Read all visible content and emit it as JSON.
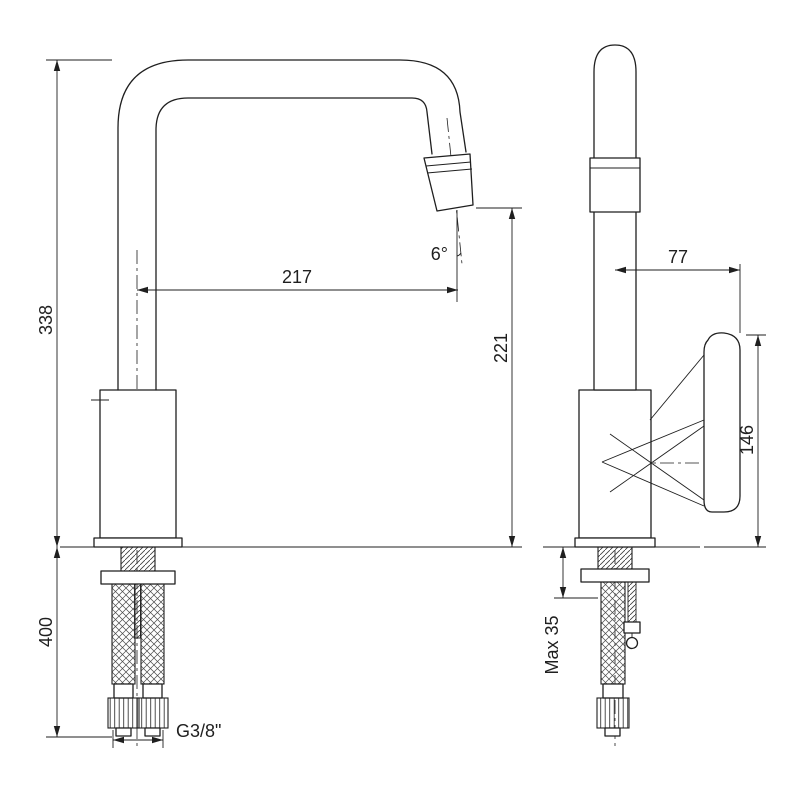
{
  "drawing": {
    "front_view": {
      "dims": {
        "overall_height": "338",
        "hose_length": "400",
        "spout_reach": "217",
        "spout_height": "221",
        "spout_angle": "6°",
        "connection_thread": "G3/8\""
      }
    },
    "side_view": {
      "dims": {
        "depth": "77",
        "handle_height": "146",
        "max_counter_thickness": "Max 35"
      }
    },
    "style": {
      "line_color": "#1f1f1f",
      "background": "#ffffff"
    }
  }
}
